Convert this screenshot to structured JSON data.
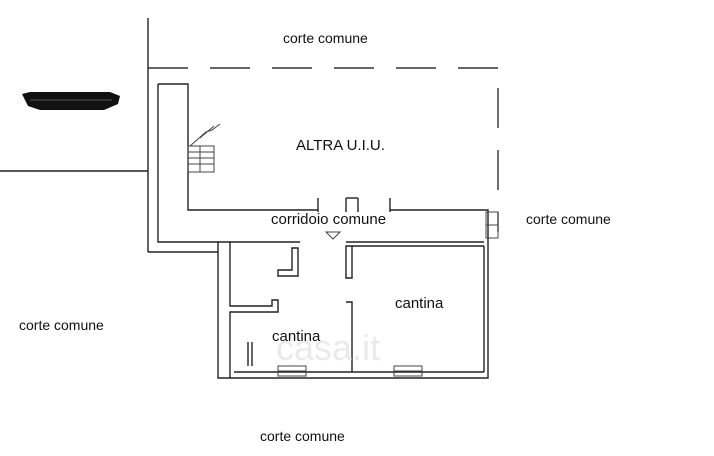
{
  "labels": {
    "corte_top": "corte comune",
    "corte_right": "corte comune",
    "corte_left": "corte comune",
    "corte_bottom": "corte comune",
    "altra_uiu": "ALTRA U.I.U.",
    "corridoio": "corridoio comune",
    "cantina_right": "cantina",
    "cantina_left": "cantina"
  },
  "watermark": "casa.it",
  "icons": {
    "north_arrow": "north-arrow-icon",
    "staircase": "staircase-icon"
  },
  "colors": {
    "line": "#222222",
    "background": "#ffffff",
    "watermark": "#d9d9d9"
  }
}
